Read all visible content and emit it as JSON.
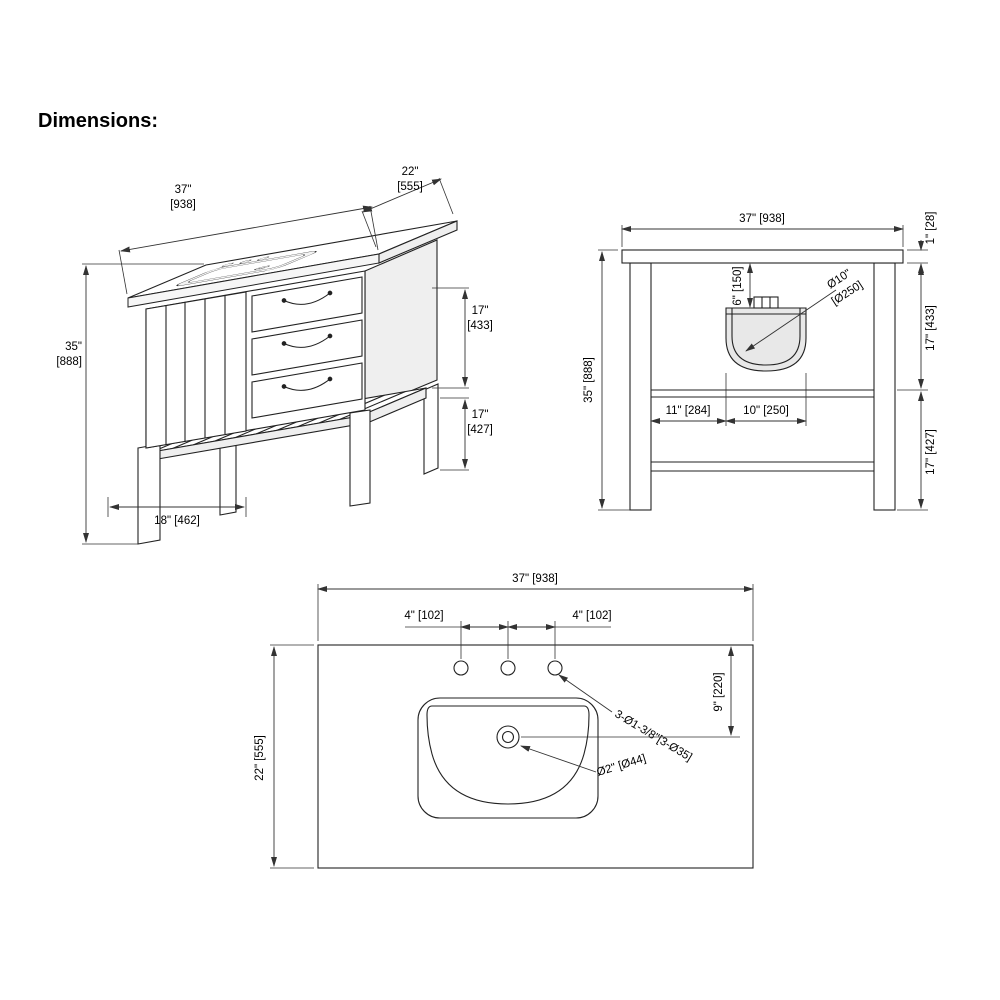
{
  "title": "Dimensions:",
  "iso": {
    "width_in": "37\"",
    "width_mm": "[938]",
    "depth_in": "22\"",
    "depth_mm": "[555]",
    "height_in": "35\"",
    "height_mm": "[888]",
    "upper_in": "17\"",
    "upper_mm": "[433]",
    "lower_in": "17\"",
    "lower_mm": "[427]",
    "base": "18\" [462]"
  },
  "front": {
    "width": "37\" [938]",
    "thickness": "1\" [28]",
    "drop": "6\" [150]",
    "bowl_dia_in": "Ø10\"",
    "bowl_dia_mm": "[Ø250]",
    "upper": "17\" [433]",
    "height": "35\" [888]",
    "left": "11\" [284]",
    "bowl_w": "10\" [250]",
    "lower": "17\" [427]"
  },
  "plan": {
    "width": "37\" [938]",
    "left_span": "4\" [102]",
    "right_span": "4\" [102]",
    "holes": "3-Ø1-3/8\"[3-Ø35]",
    "offset": "9\" [220]",
    "depth": "22\" [555]",
    "drain": "Ø2\" [Ø44]"
  }
}
